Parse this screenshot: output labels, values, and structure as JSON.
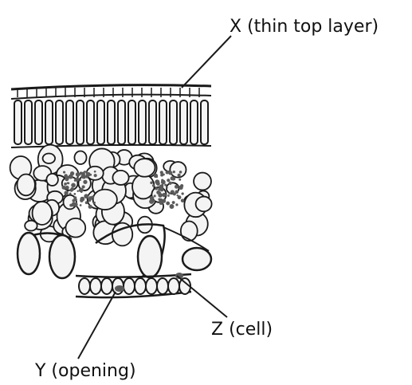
{
  "labels": {
    "x": "X (thin top layer)",
    "y": "Y (opening)",
    "z": "Z (cell)"
  },
  "colors": {
    "ink": "#1a1a1a",
    "background": "#ffffff"
  }
}
